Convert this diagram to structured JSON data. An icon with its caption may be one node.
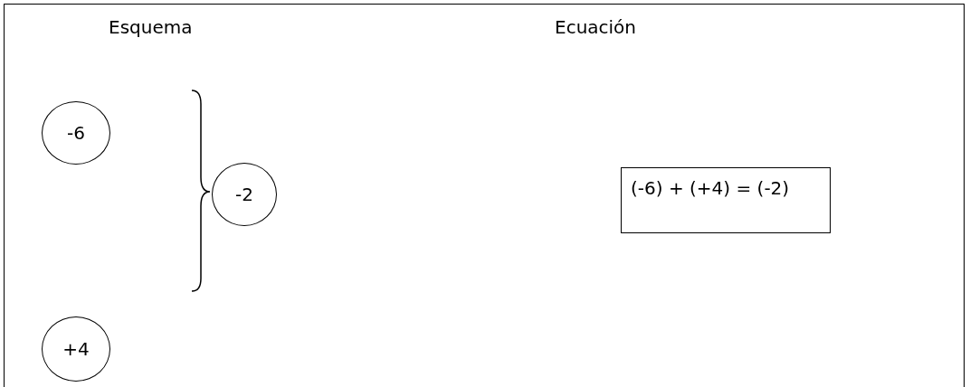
{
  "diagram": {
    "nodes": [
      {
        "text": [
          "-6"
        ]
      },
      {
        "text": [
          "-2"
        ]
      },
      {
        "text": [
          "+4"
        ]
      },
      {
        "text": [
          "(-6) + (+4) = (-2)"
        ]
      }
    ],
    "labels": [
      "Esquema",
      "Ecuación"
    ]
  }
}
